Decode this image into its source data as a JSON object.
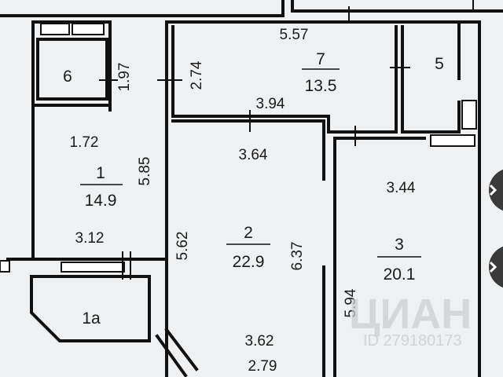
{
  "rooms": [
    {
      "id": "1",
      "area": "14.9"
    },
    {
      "id": "1a",
      "area": ""
    },
    {
      "id": "2",
      "area": "22.9"
    },
    {
      "id": "3",
      "area": "20.1"
    },
    {
      "id": "5",
      "area": ""
    },
    {
      "id": "6",
      "area": ""
    },
    {
      "id": "7",
      "area": "13.5"
    }
  ],
  "dimensions": {
    "d_557": "5.57",
    "d_197": "1.97",
    "d_274": "2.74",
    "d_394": "3.94",
    "d_172": "1.72",
    "d_585": "5.85",
    "d_364": "3.64",
    "d_344": "3.44",
    "d_562": "5.62",
    "d_637": "6.37",
    "d_312": "3.12",
    "d_594": "5.94",
    "d_362": "3.62",
    "d_279": "2.79"
  },
  "watermark": {
    "brand": "ЦИАН",
    "id": "ID 279180173"
  },
  "colors": {
    "wall": "#111111",
    "background": "#eef0f1",
    "button": "#3a3a3a"
  }
}
